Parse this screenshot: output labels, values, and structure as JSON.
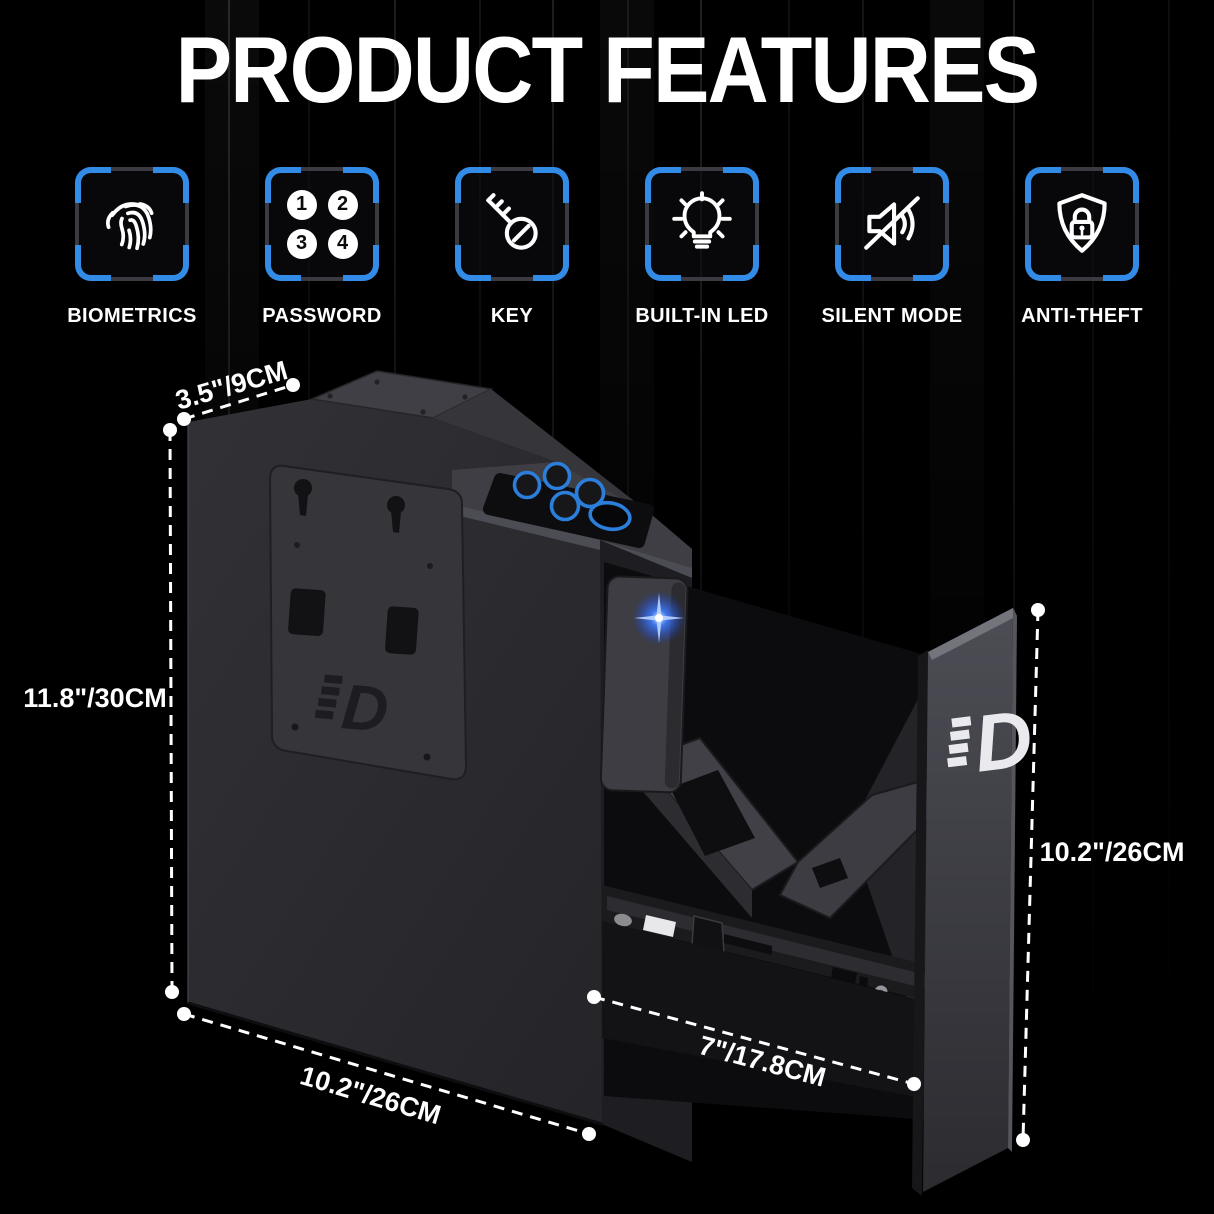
{
  "header": {
    "title": "PRODUCT FEATURES"
  },
  "features": [
    {
      "label": "BIOMETRICS",
      "icon": "fingerprint-icon"
    },
    {
      "label": "PASSWORD",
      "icon": "number-keypad-icon"
    },
    {
      "label": "KEY",
      "icon": "key-icon"
    },
    {
      "label": "BUILT-IN LED",
      "icon": "led-bulb-icon"
    },
    {
      "label": "SILENT MODE",
      "icon": "muted-speaker-icon"
    },
    {
      "label": "ANTI-THEFT",
      "icon": "shield-lock-icon"
    }
  ],
  "password_keys": [
    "1",
    "2",
    "3",
    "4"
  ],
  "product": {
    "logo_text": "D",
    "dimensions": {
      "bracket_width": "3.5\"/9CM",
      "body_height": "11.8\"/30CM",
      "body_depth": "10.2\"/26CM",
      "drawer_travel": "7\"/17.8CM",
      "front_plate_height": "10.2\"/26CM"
    }
  },
  "colors": {
    "accent_blue": "#338be8",
    "keypad_ring_blue": "#2b7fdb",
    "led_blue": "#3d79f2",
    "background": "#000000",
    "text": "#ffffff"
  }
}
